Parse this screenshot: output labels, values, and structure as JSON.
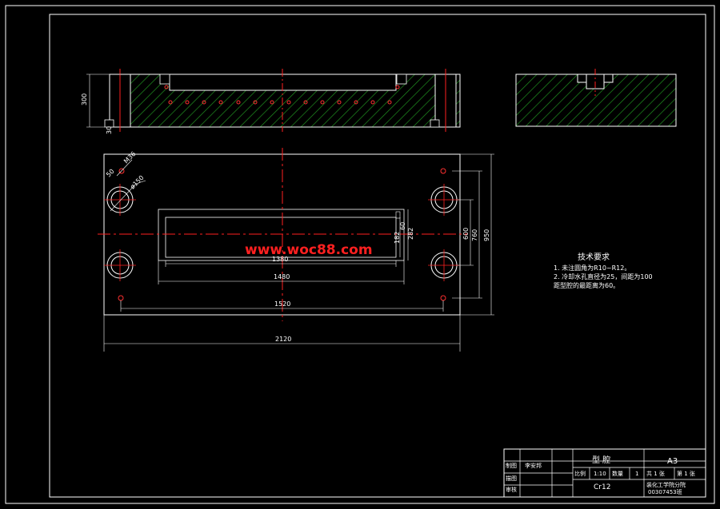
{
  "drawing": {
    "watermark": "www.woc88.com",
    "side_view_dims": {
      "height": "300",
      "base": "30"
    },
    "plan_view_dims": {
      "tap": "M36",
      "depth": "50",
      "diameter": "ø150",
      "slot_width": "1380",
      "inner_width": "1480",
      "hole_span": "1520",
      "total_width": "2120",
      "slot_height_a": "182",
      "slot_height_b": "60",
      "slot_height_c": "282",
      "hole_span_v": "600",
      "inner_height": "760",
      "total_height": "950"
    }
  },
  "tech_requirements": {
    "title": "技术要求",
    "lines": [
      "1. 未注圆角为R10~R12。",
      "2. 冷却水孔直径为25，间距为100",
      "    距型腔的最距离为60。"
    ]
  },
  "title_block": {
    "part_name": "型 腔",
    "sheet_size": "A3",
    "drawn_label": "制图",
    "drawn_name": "李安邦",
    "draft_label": "描图",
    "review_label": "审核",
    "scale_label": "比例",
    "scale_value": "1:10",
    "qty_label": "数量",
    "qty_value": "1",
    "sheets_label": "共 1 张",
    "sheet_no_label": "第 1 张",
    "material": "Cr12",
    "school": "装化工学院分院",
    "class_code": "00307453班"
  }
}
